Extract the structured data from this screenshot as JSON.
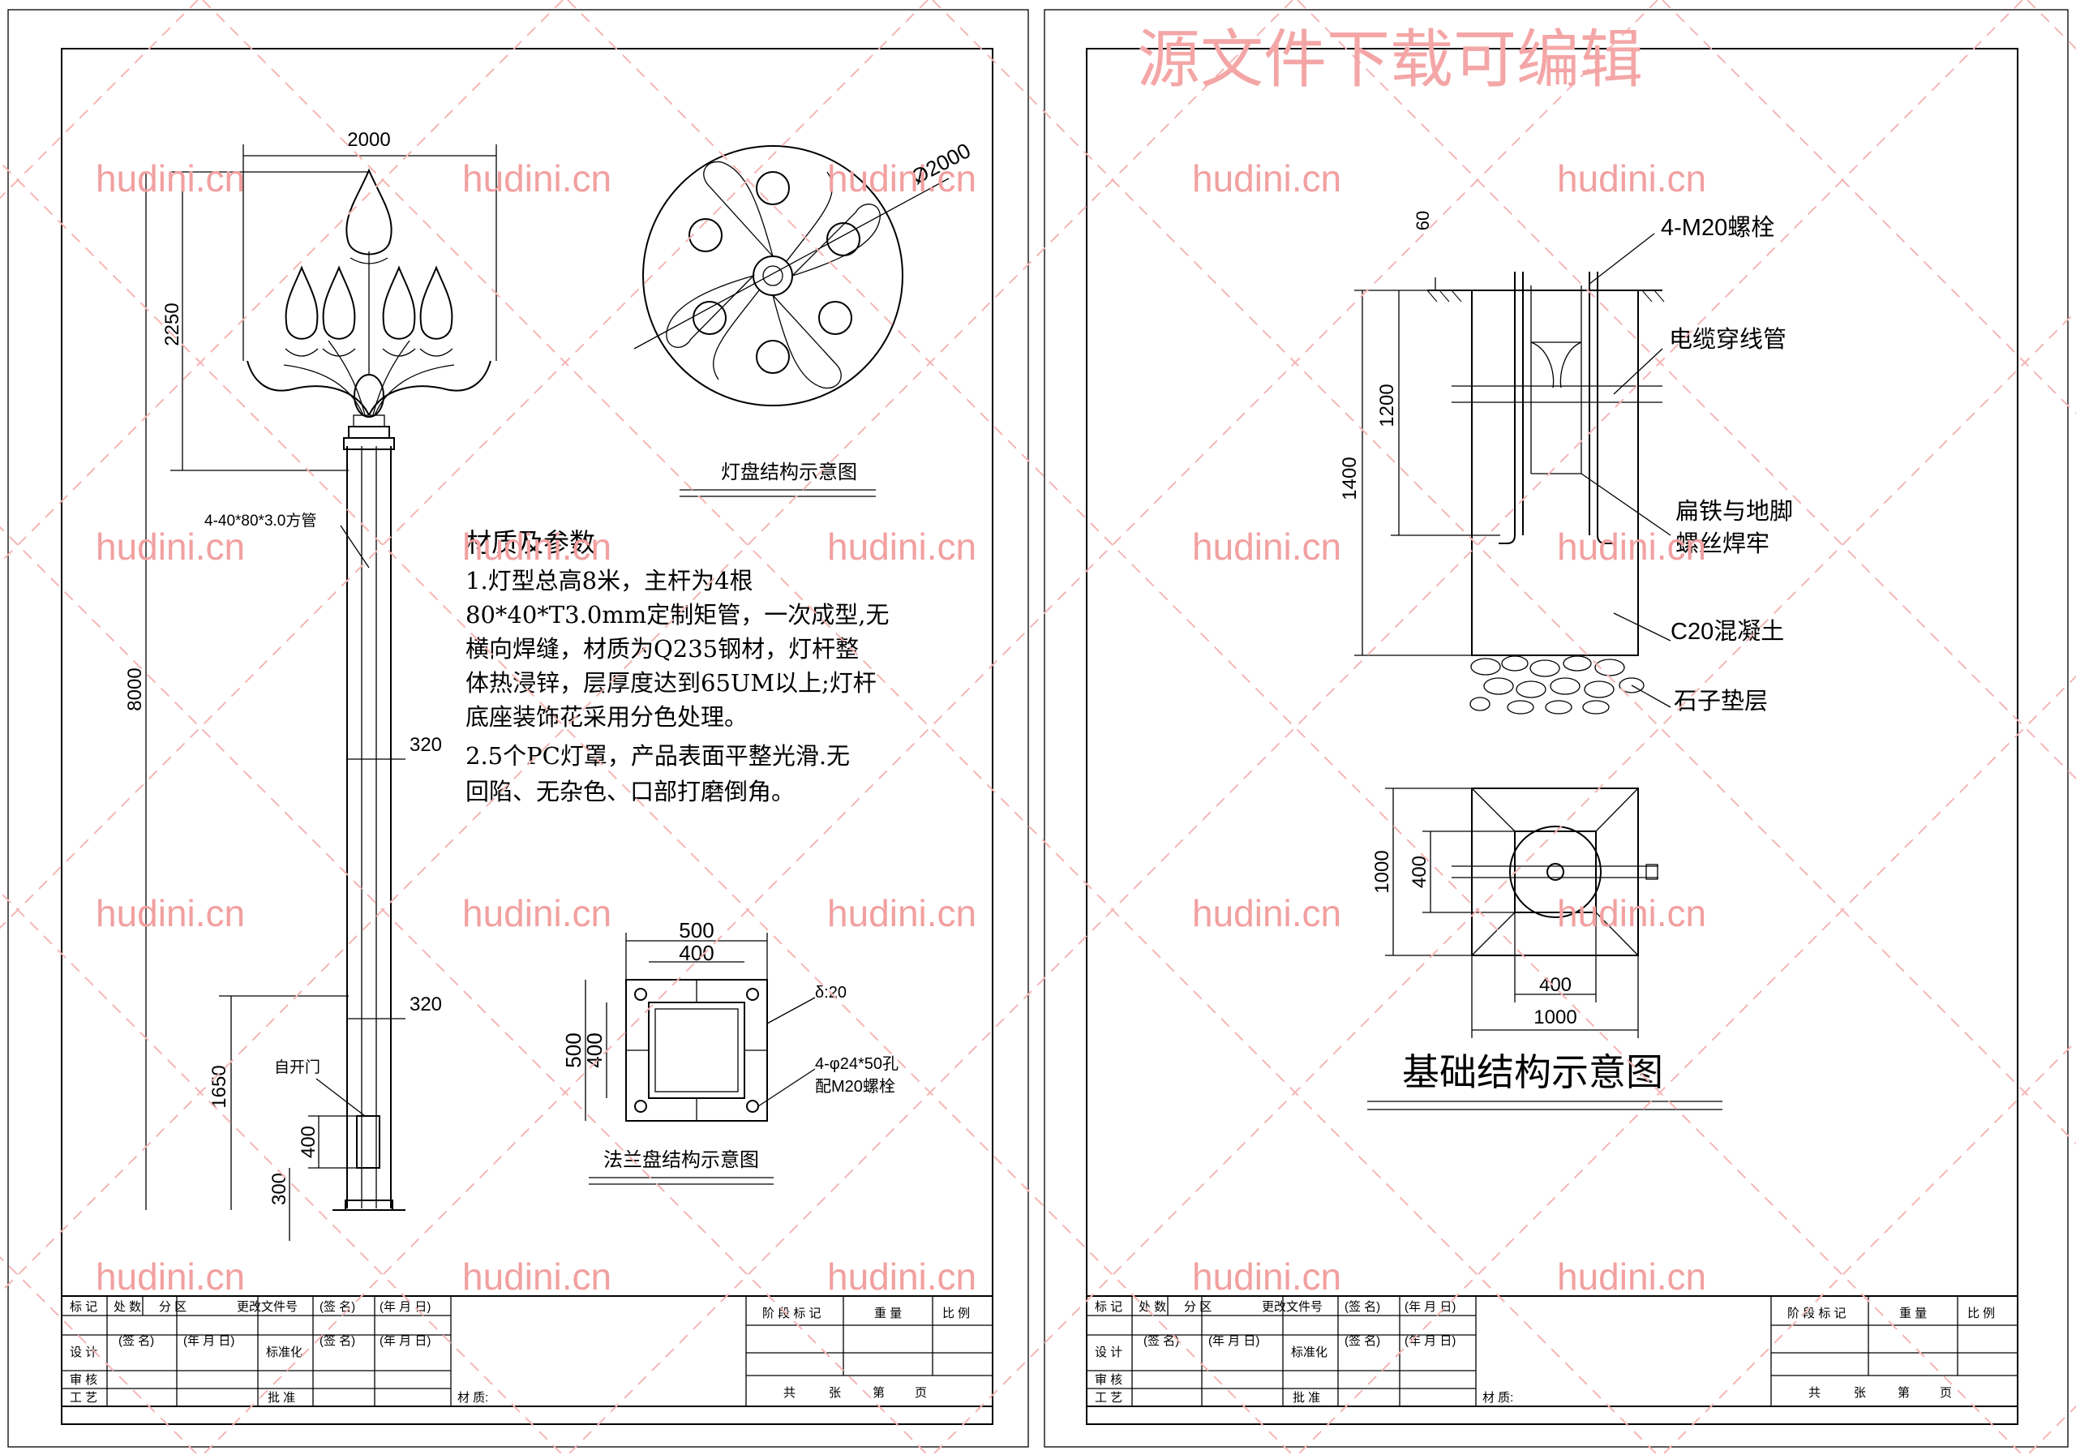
{
  "watermark": {
    "site": "hudini.cn",
    "banner": "源文件下载可编辑",
    "color": "#f2a0a0"
  },
  "left_sheet": {
    "dims": {
      "top_width": "2000",
      "head_height": "2250",
      "total_height": "8000",
      "pole_width_upper": "320",
      "pole_width_lower": "320",
      "door_zone": "1650",
      "door_height": "400",
      "door_base": "300"
    },
    "labels": {
      "tube": "4-40*80*3.0方管",
      "door": "自开门"
    },
    "disc": {
      "diameter": "Ø2000",
      "caption": "灯盘结构示意图"
    },
    "material": {
      "title": "材质及参数",
      "lines": [
        "1.灯型总高8米，主杆为4根",
        "80*40*T3.0mm定制矩管，一次成型,无",
        "横向焊缝，材质为Q235钢材，灯杆整",
        "体热浸锌，层厚度达到65UM以上;灯杆",
        "底座装饰花采用分色处理。",
        "2.5个PC灯罩，产品表面平整光滑.无",
        "回陷、无杂色、口部打磨倒角。"
      ]
    },
    "flange": {
      "outer_w": "500",
      "inner_w": "400",
      "outer_h": "500",
      "inner_h": "400",
      "thickness": "δ:20",
      "holes": "4-φ24*50孔",
      "bolts": "配M20螺栓",
      "caption": "法兰盘结构示意图"
    }
  },
  "right_sheet": {
    "dims": {
      "top": "60",
      "embed": "1200",
      "depth": "1400",
      "plan_h_outer": "1000",
      "plan_h_inner": "400",
      "plan_w_inner": "400",
      "plan_w_outer": "1000"
    },
    "labels": {
      "bolt": "4-M20螺栓",
      "cable": "电缆穿线管",
      "flat1": "扁铁与地脚",
      "flat2": "螺丝焊牢",
      "concrete": "C20混凝土",
      "gravel": "石子垫层"
    },
    "caption": "基础结构示意图"
  },
  "title_block": {
    "row1": [
      "标 记",
      "处 数",
      "分 区",
      "更改文件号",
      "(签 名)",
      "(年 月 日)"
    ],
    "row2": [
      "设 计",
      "(签 名)",
      "(年 月 日)",
      "标准化",
      "(签 名)",
      "(年 月 日)"
    ],
    "row3": [
      "审 核"
    ],
    "row4": [
      "工 艺",
      "批 准",
      "材 质:"
    ],
    "stage": [
      "阶 段 标 记",
      "重 量",
      "比 例"
    ],
    "pages": [
      "共",
      "张",
      "第",
      "页"
    ]
  }
}
